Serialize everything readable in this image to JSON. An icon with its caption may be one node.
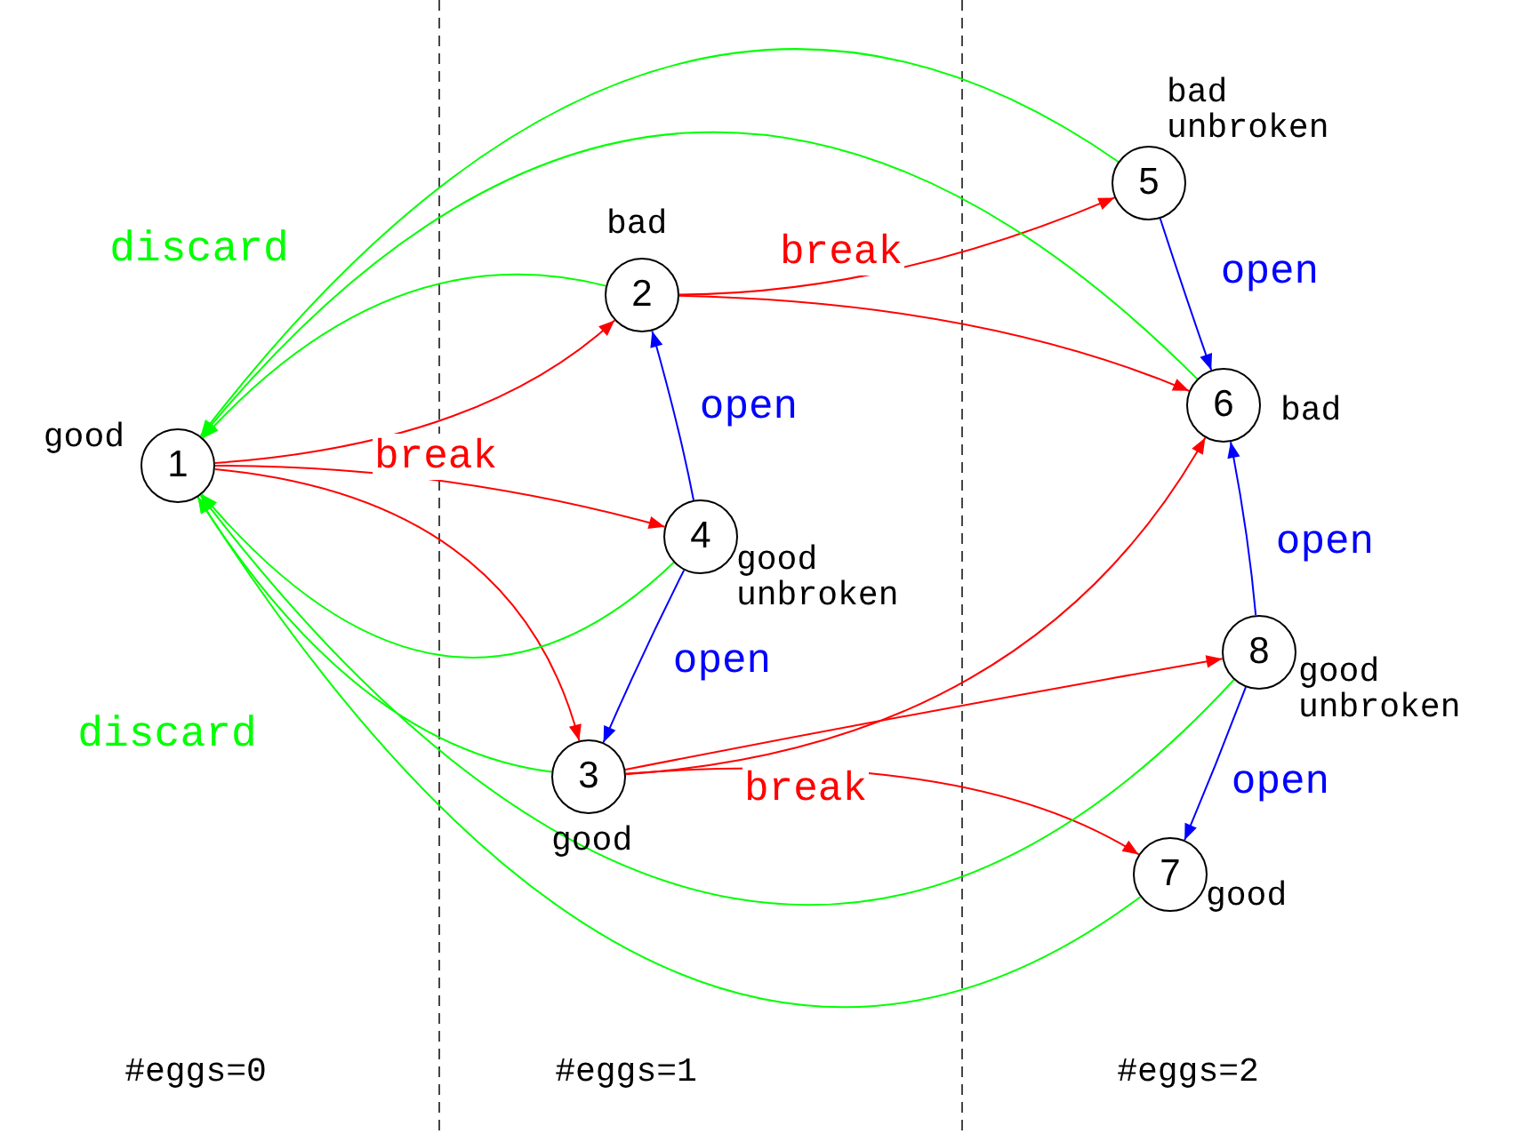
{
  "diagram": {
    "nodes": [
      {
        "text": [
          "1"
        ],
        "beside": [
          "good"
        ]
      },
      {
        "text": [
          "2"
        ],
        "beside": [
          "bad"
        ]
      },
      {
        "text": [
          "3"
        ],
        "beside": [
          "good"
        ]
      },
      {
        "text": [
          "4"
        ],
        "beside": [
          "good unbroken"
        ]
      },
      {
        "text": [
          "5"
        ],
        "beside": [
          "bad unbroken"
        ]
      },
      {
        "text": [
          "6"
        ],
        "beside": [
          "bad"
        ]
      },
      {
        "text": [
          "7"
        ],
        "beside": [
          "good"
        ]
      },
      {
        "text": [
          "8"
        ],
        "beside": [
          "good unbroken"
        ]
      }
    ],
    "edges": [
      {
        "from": 0,
        "to": 1,
        "arrow": "to"
      },
      {
        "from": 0,
        "to": 3,
        "arrow": "to",
        "label": "break"
      },
      {
        "from": 0,
        "to": 2,
        "arrow": "to"
      },
      {
        "from": 1,
        "to": 4,
        "arrow": "to",
        "label": "break"
      },
      {
        "from": 1,
        "to": 5,
        "arrow": "to"
      },
      {
        "from": 2,
        "to": 5,
        "arrow": "to"
      },
      {
        "from": 2,
        "to": 7,
        "arrow": "to"
      },
      {
        "from": 2,
        "to": 6,
        "arrow": "to",
        "label": "break"
      },
      {
        "from": 3,
        "to": 1,
        "arrow": "to",
        "label": "open",
        "color": "#0000ff"
      },
      {
        "from": 3,
        "to": 2,
        "arrow": "to",
        "label": "open",
        "color": "#0000ff"
      },
      {
        "from": 4,
        "to": 5,
        "arrow": "to",
        "label": "open",
        "color": "#0000ff"
      },
      {
        "from": 7,
        "to": 5,
        "arrow": "to",
        "label": "open",
        "color": "#0000ff"
      },
      {
        "from": 7,
        "to": 6,
        "arrow": "to",
        "label": "open",
        "color": "#0000ff"
      },
      {
        "from": 4,
        "to": 0,
        "arrow": "to",
        "color": "#00ff00"
      },
      {
        "from": 5,
        "to": 0,
        "arrow": "to",
        "color": "#00ff00"
      },
      {
        "from": 1,
        "to": 0,
        "arrow": "to",
        "color": "#00ff00"
      },
      {
        "from": 3,
        "to": 0,
        "arrow": "to",
        "color": "#00ff00"
      },
      {
        "from": 2,
        "to": 0,
        "arrow": "to",
        "color": "#00ff00"
      },
      {
        "from": 7,
        "to": 0,
        "arrow": "to",
        "color": "#00ff00"
      },
      {
        "from": 6,
        "to": 0,
        "arrow": "to",
        "color": "#00ff00"
      }
    ],
    "labels": [
      "discard",
      "discard",
      "#eggs=0",
      "#eggs=1",
      "#eggs=2"
    ]
  }
}
